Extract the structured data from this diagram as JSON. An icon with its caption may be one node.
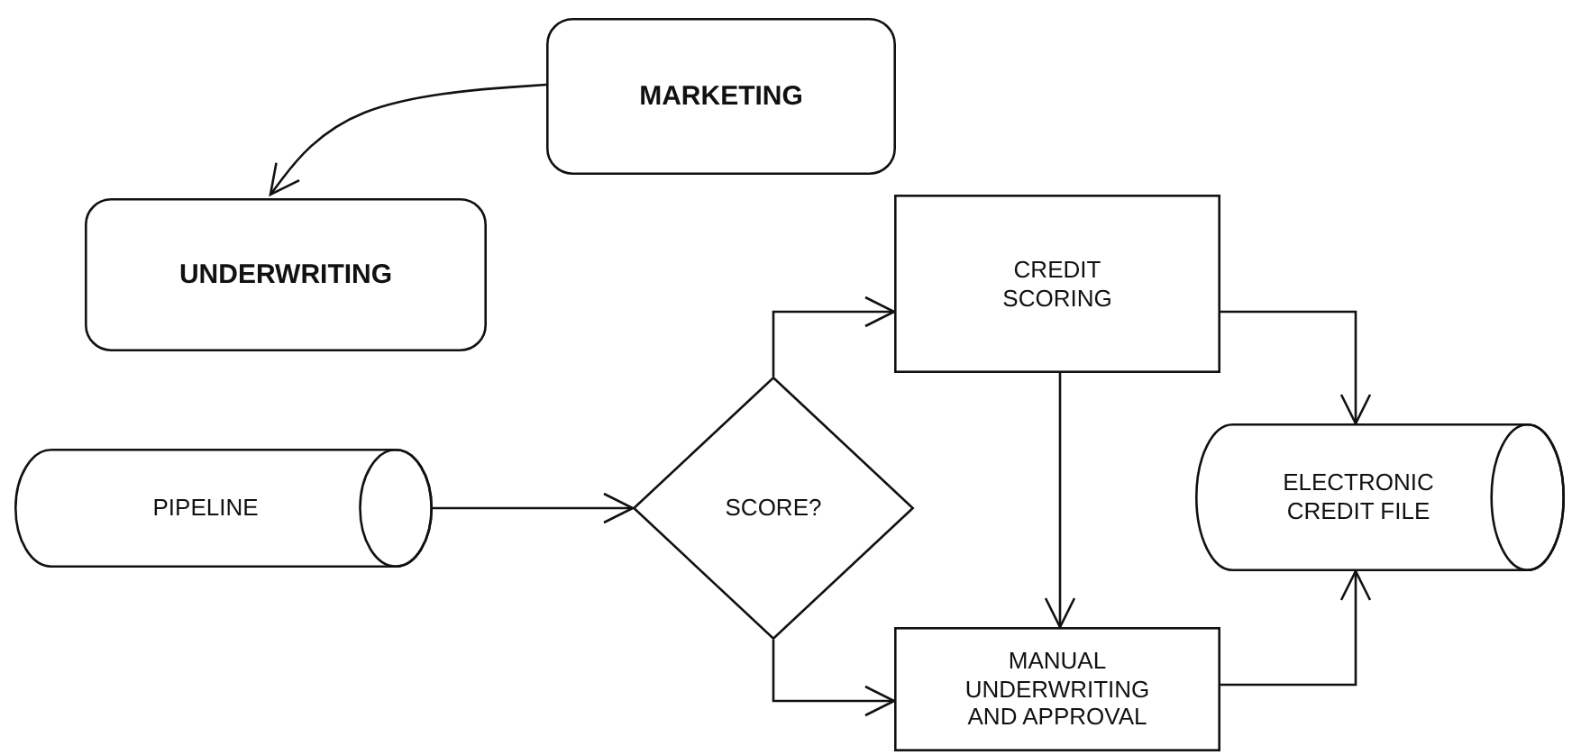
{
  "diagram": {
    "nodes": [
      {
        "text": [
          "MARKETING"
        ]
      },
      {
        "text": [
          "UNDERWRITING"
        ]
      },
      {
        "text": [
          "PIPELINE"
        ]
      },
      {
        "text": [
          "SCORE?"
        ]
      },
      {
        "text": [
          "CREDIT SCORING"
        ]
      },
      {
        "text": [
          "ELECTRONIC CREDIT FILE"
        ]
      },
      {
        "text": [
          "MANUAL UNDERWRITING AND APPROVAL"
        ]
      }
    ],
    "edges": [
      {
        "from": 0,
        "to": 1,
        "arrow": "to"
      },
      {
        "from": 2,
        "to": 3,
        "arrow": "to"
      },
      {
        "from": 3,
        "to": 4,
        "arrow": "to"
      },
      {
        "from": 3,
        "to": 6,
        "arrow": "to"
      },
      {
        "from": 4,
        "to": 6,
        "arrow": "to"
      },
      {
        "from": 4,
        "to": 5,
        "arrow": "to"
      },
      {
        "from": 6,
        "to": 5,
        "arrow": "to"
      }
    ]
  }
}
